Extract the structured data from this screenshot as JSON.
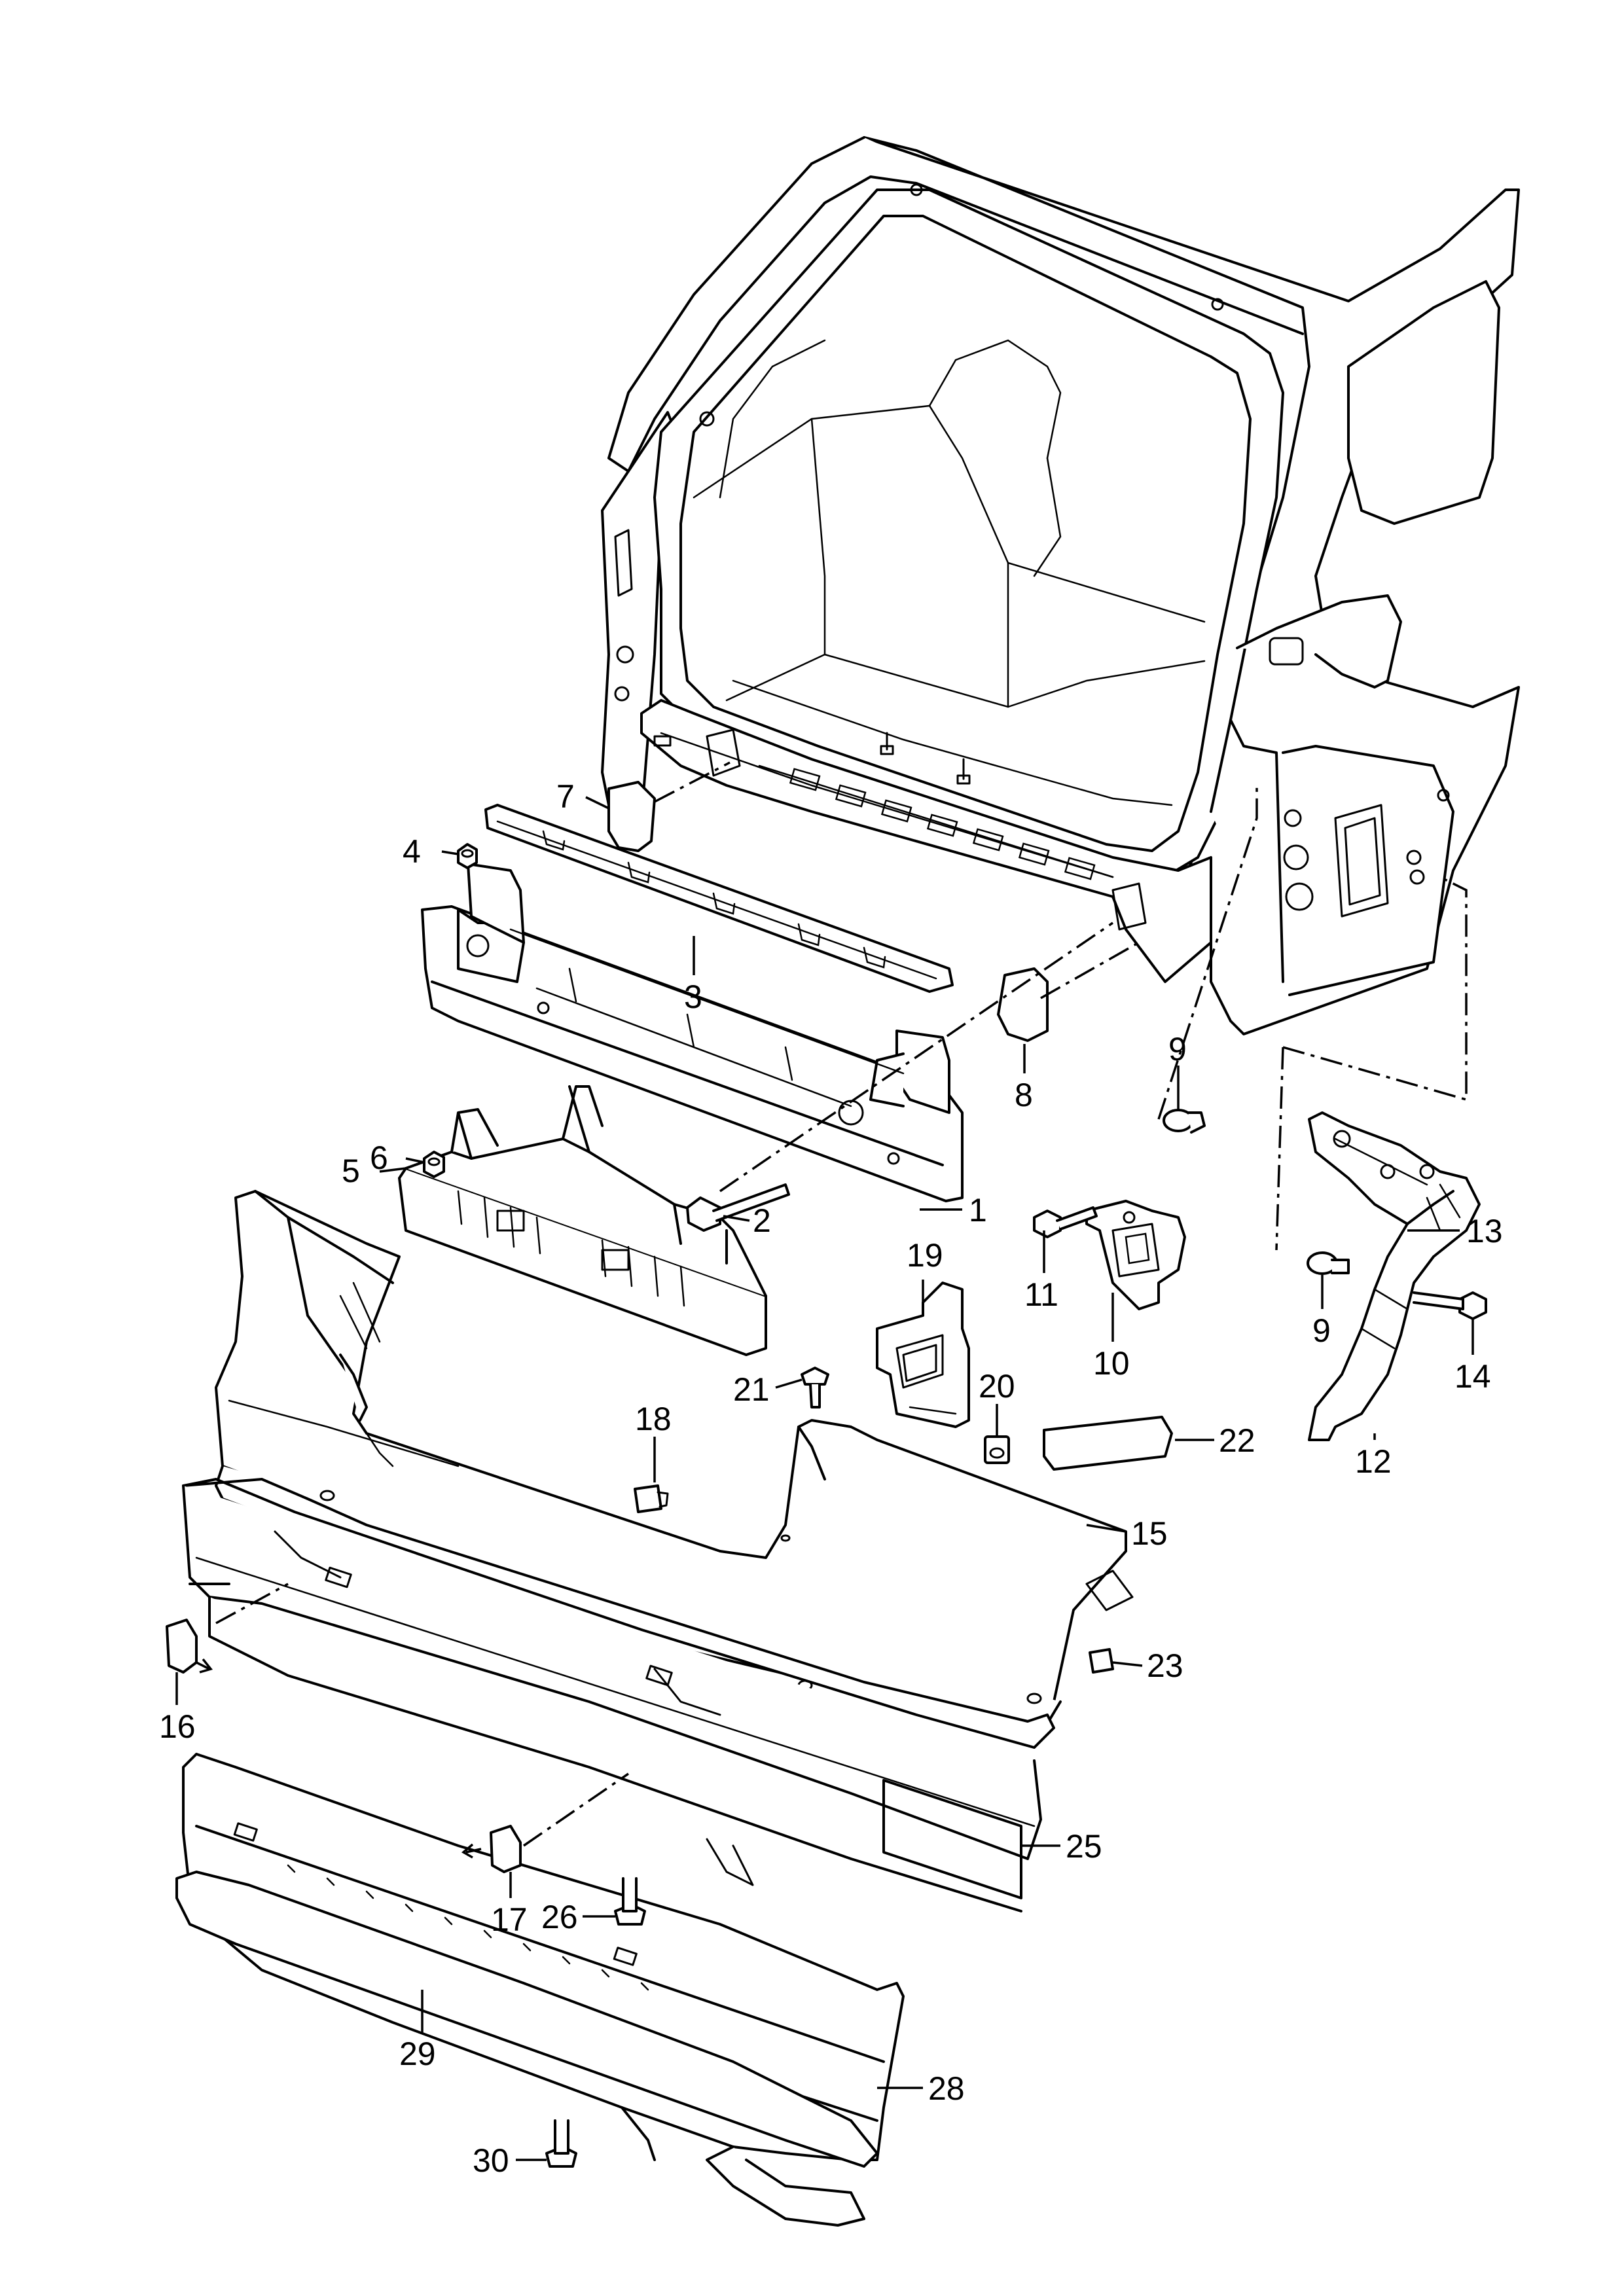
{
  "callouts": [
    {
      "id": "c1",
      "label": "1"
    },
    {
      "id": "c2",
      "label": "2"
    },
    {
      "id": "c3",
      "label": "3"
    },
    {
      "id": "c4",
      "label": "4"
    },
    {
      "id": "c5",
      "label": "5"
    },
    {
      "id": "c6",
      "label": "6"
    },
    {
      "id": "c7",
      "label": "7"
    },
    {
      "id": "c8",
      "label": "8"
    },
    {
      "id": "c9a",
      "label": "9"
    },
    {
      "id": "c9b",
      "label": "9"
    },
    {
      "id": "c10",
      "label": "10"
    },
    {
      "id": "c11",
      "label": "11"
    },
    {
      "id": "c12",
      "label": "12"
    },
    {
      "id": "c13",
      "label": "13"
    },
    {
      "id": "c14",
      "label": "14"
    },
    {
      "id": "c15",
      "label": "15"
    },
    {
      "id": "c16",
      "label": "16"
    },
    {
      "id": "c17",
      "label": "17"
    },
    {
      "id": "c18",
      "label": "18"
    },
    {
      "id": "c19",
      "label": "19"
    },
    {
      "id": "c20",
      "label": "20"
    },
    {
      "id": "c21",
      "label": "21"
    },
    {
      "id": "c22",
      "label": "22"
    },
    {
      "id": "c23",
      "label": "23"
    },
    {
      "id": "c25",
      "label": "25"
    },
    {
      "id": "c26",
      "label": "26"
    },
    {
      "id": "c28",
      "label": "28"
    },
    {
      "id": "c29",
      "label": "29"
    },
    {
      "id": "c30",
      "label": "30"
    }
  ]
}
